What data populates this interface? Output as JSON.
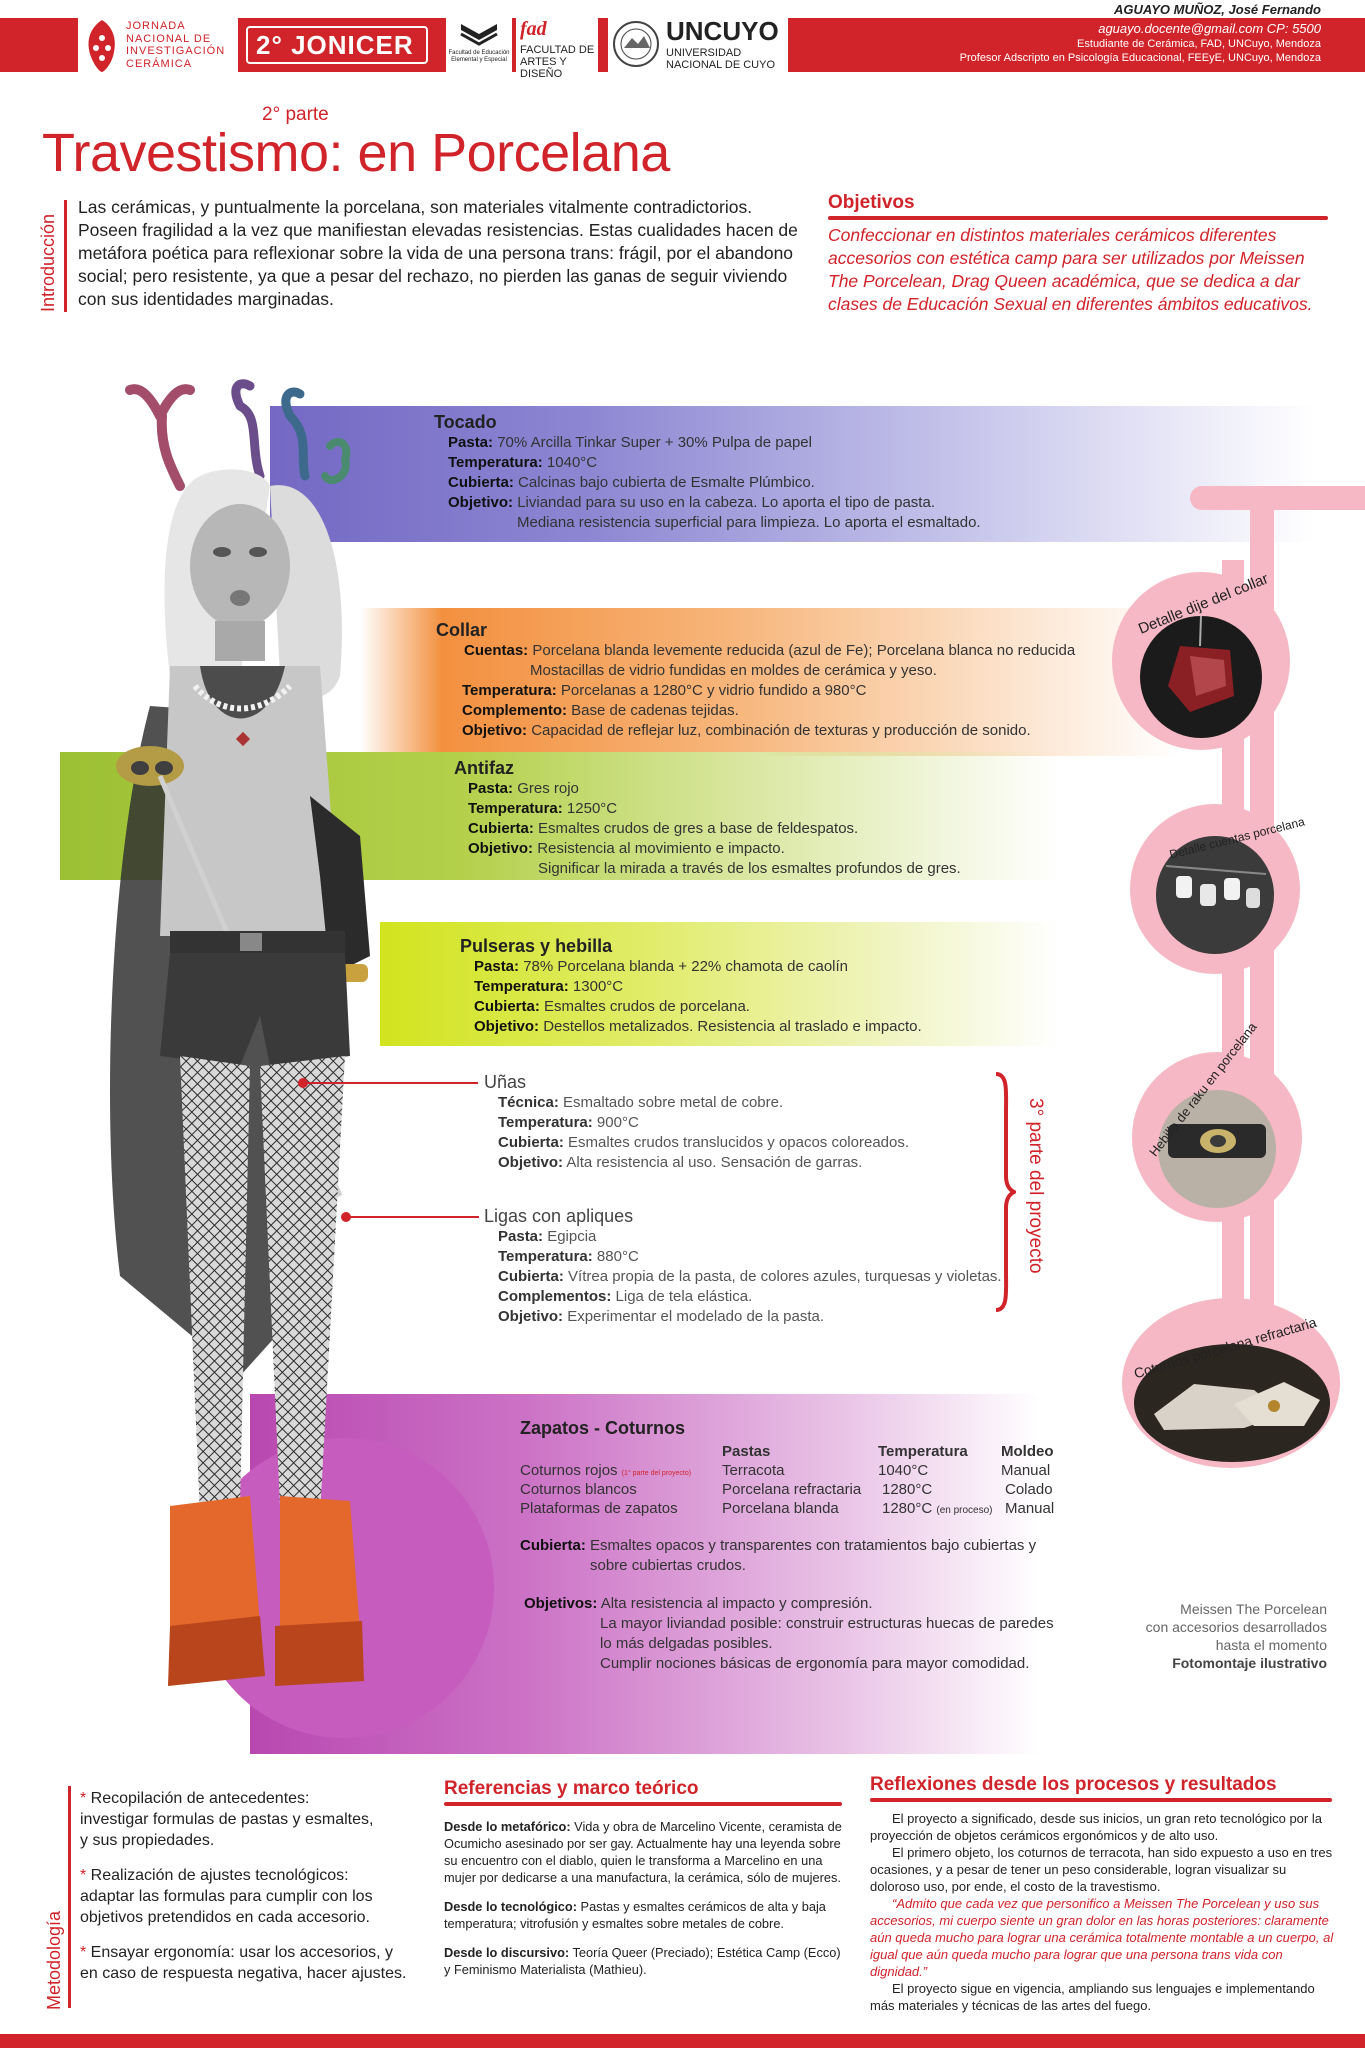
{
  "header": {
    "jornada_lines": [
      "JORNADA",
      "NACIONAL DE",
      "INVESTIGACIÓN",
      "CERÁMICA"
    ],
    "jonicer": "2° JONICER",
    "faculty_small": "Facultad de Educación Elemental y Especial",
    "fad_logo": "fad",
    "fad_text": [
      "FACULTAD DE",
      "ARTES Y DISEÑO"
    ],
    "uncuyo_title": "UNCUYO",
    "uncuyo_sub": [
      "UNIVERSIDAD",
      "NACIONAL DE CUYO"
    ],
    "author": "AGUAYO MUÑOZ, José Fernando",
    "email_line": "aguayo.docente@gmail.com  CP: 5500",
    "role1": "Estudiante de Cerámica, FAD, UNCuyo, Mendoza",
    "role2": "Profesor Adscripto en Psicología Educacional, FEEyE, UNCuyo, Mendoza"
  },
  "title": {
    "part": "2° parte",
    "main": "Travestismo: en Porcelana"
  },
  "intro": {
    "side_label": "Introducción",
    "paragraph": "Las cerámicas, y puntualmente la porcelana, son materiales vitalmente contradictorios. Poseen fragilidad a la vez que manifiestan elevadas resistencias. Estas cualidades hacen de metáfora poética para reflexionar sobre la vida de una persona trans: frágil, por el abandono social; pero resistente, ya que a pesar del rechazo, no pierden las ganas de seguir viviendo con sus identidades marginadas."
  },
  "objetivos": {
    "title": "Objetivos",
    "text": "Confeccionar en distintos materiales cerámicos diferentes accesorios con estética camp para ser utilizados por Meissen The Porcelean, Drag Queen académica, que se dedica a dar clases de Educación Sexual en diferentes ámbitos educativos."
  },
  "accessories": {
    "tocado": {
      "title": "Tocado",
      "lines": [
        {
          "k": "Pasta:",
          "v": "70% Arcilla Tinkar Super + 30% Pulpa de papel"
        },
        {
          "k": "Temperatura:",
          "v": "1040°C"
        },
        {
          "k": "Cubierta:",
          "v": "Calcinas bajo cubierta de Esmalte Plúmbico."
        },
        {
          "k": "Objetivo:",
          "v": "Liviandad para su uso en la cabeza. Lo aporta el tipo de pasta."
        },
        {
          "k": "",
          "v": "Mediana resistencia superficial para limpieza. Lo aporta el esmaltado."
        }
      ]
    },
    "collar": {
      "title": "Collar",
      "lines": [
        {
          "k": "Cuentas:",
          "v": "Porcelana blanda levemente reducida (azul de Fe); Porcelana blanca no reducida"
        },
        {
          "k": "",
          "v": "Mostacillas de vidrio fundidas en moldes de cerámica y yeso."
        },
        {
          "k": "Temperatura:",
          "v": "Porcelanas a 1280°C y vidrio fundido a 980°C"
        },
        {
          "k": "Complemento:",
          "v": "Base de cadenas tejidas."
        },
        {
          "k": "Objetivo:",
          "v": "Capacidad de reflejar luz, combinación de  texturas y producción de sonido."
        }
      ]
    },
    "antifaz": {
      "title": "Antifaz",
      "lines": [
        {
          "k": "Pasta:",
          "v": "Gres rojo"
        },
        {
          "k": "Temperatura:",
          "v": "1250°C"
        },
        {
          "k": "Cubierta:",
          "v": "Esmaltes crudos de gres a base de feldespatos."
        },
        {
          "k": "Objetivo:",
          "v": "Resistencia al movimiento e impacto."
        },
        {
          "k": "",
          "v": "Significar la mirada a través de los esmaltes profundos de gres."
        }
      ]
    },
    "pulseras": {
      "title": "Pulseras y hebilla",
      "lines": [
        {
          "k": "Pasta:",
          "v": "78% Porcelana blanda + 22% chamota de caolín"
        },
        {
          "k": "Temperatura:",
          "v": "1300°C"
        },
        {
          "k": "Cubierta:",
          "v": "Esmaltes crudos de porcelana."
        },
        {
          "k": "Objetivo:",
          "v": "Destellos metalizados. Resistencia al traslado e impacto."
        }
      ]
    },
    "unas": {
      "title": "Uñas",
      "lines": [
        {
          "k": "Técnica:",
          "v": "Esmaltado sobre metal de cobre."
        },
        {
          "k": "Temperatura:",
          "v": "900°C"
        },
        {
          "k": "Cubierta:",
          "v": "Esmaltes crudos translucidos y opacos coloreados."
        },
        {
          "k": "Objetivo:",
          "v": "Alta resistencia al uso. Sensación de garras."
        }
      ]
    },
    "ligas": {
      "title": "Ligas con apliques",
      "lines": [
        {
          "k": "Pasta:",
          "v": "Egipcia"
        },
        {
          "k": "Temperatura:",
          "v": "880°C"
        },
        {
          "k": "Cubierta:",
          "v": "Vítrea propia de la pasta, de colores azules, turquesas y violetas."
        },
        {
          "k": "Complementos:",
          "v": "Liga de tela elástica."
        },
        {
          "k": "Objetivo:",
          "v": "Experimentar el modelado de la pasta."
        }
      ]
    },
    "tercera_parte": "3° parte del proyecto",
    "zapatos": {
      "title": "Zapatos - Coturnos",
      "headers": [
        "Pastas",
        "Temperatura",
        "Moldeo"
      ],
      "rows": [
        {
          "name": "Coturnos rojos",
          "note": "(1° parte del proyecto)",
          "pasta": "Terracota",
          "temp": "1040°C",
          "temp_note": "",
          "molde": "Manual"
        },
        {
          "name": "Coturnos blancos",
          "note": "",
          "pasta": "Porcelana refractaria",
          "temp": "1280°C",
          "temp_note": "",
          "molde": "Colado"
        },
        {
          "name": "Plataformas de zapatos",
          "note": "",
          "pasta": "Porcelana blanda",
          "temp": "1280°C",
          "temp_note": "(en proceso)",
          "molde": "Manual"
        }
      ],
      "cubierta_k": "Cubierta:",
      "cubierta_v1": "Esmaltes opacos y transparentes con tratamientos bajo cubiertas y",
      "cubierta_v2": "sobre cubiertas crudos.",
      "objetivos_k": "Objetivos:",
      "objetivos_v": [
        "Alta resistencia al impacto y compresión.",
        "La mayor liviandad posible: construir estructuras huecas de paredes",
        "lo más delgadas posibles.",
        "Cumplir nociones básicas de ergonomía para mayor comodidad."
      ]
    }
  },
  "details": {
    "collar": "Detalle dije del collar",
    "cuentas": "Detalle cuentas porcelana",
    "hebilla": "Hebilla de raku en porcelana",
    "coturnos": "Coturnos porcelana refractaria"
  },
  "caption": {
    "lines": [
      "Meissen The Porcelean",
      "con accesorios desarrollados",
      "hasta el momento"
    ],
    "bold": "Fotomontaje ilustrativo"
  },
  "metodologia": {
    "side_label": "Metodología",
    "items": [
      [
        "Recopilación de antecedentes:",
        "investigar formulas de pastas y esmaltes,",
        "y sus propiedades."
      ],
      [
        "Realización de ajustes tecnológicos:",
        "adaptar las formulas para cumplir con  los",
        "objetivos pretendidos en cada accesorio."
      ],
      [
        "Ensayar ergonomía: usar los accesorios, y",
        "en caso de respuesta negativa, hacer ajustes."
      ]
    ]
  },
  "referencias": {
    "title": "Referencias  y marco teórico",
    "items": [
      {
        "k": "Desde lo metafórico:",
        "v": "Vida y obra de Marcelino Vicente, ceramista de Ocumicho asesinado por ser gay. Actualmente hay una leyenda sobre su encuentro con el diablo, quien le transforma a Marcelino en una mujer por dedicarse a una manufactura, la cerámica, sólo de mujeres."
      },
      {
        "k": "Desde lo tecnológico:",
        "v": "Pastas y esmaltes cerámicos de alta y baja temperatura; vitrofusión y esmaltes sobre metales de cobre."
      },
      {
        "k": "Desde lo discursivo:",
        "v": "Teoría Queer (Preciado); Estética Camp (Ecco) y  Feminismo Materialista (Mathieu)."
      }
    ]
  },
  "reflexiones": {
    "title": "Reflexiones desde los procesos y resultados",
    "p1": "El proyecto a significado, desde sus inicios, un gran reto tecnológico por la proyección de objetos cerámicos ergonómicos y de alto uso.",
    "p2": "El primero objeto, los coturnos de terracota, han sido expuesto a uso en tres ocasiones, y a pesar de tener un peso considerable, logran visualizar su doloroso uso, por ende, el costo de la travestismo.",
    "quote": "“Admito que cada vez que personifico a Meissen The Porcelean y uso sus accesorios, mi cuerpo siente un gran dolor en las horas posteriores: claramente aún queda mucho para lograr una cerámica totalmente montable a un cuerpo, al igual que aún queda mucho para lograr que una persona trans vida con dignidad.”",
    "p3": "El proyecto sigue en vigencia, ampliando sus lenguajes e implementando más materiales y técnicas de las artes del fuego."
  },
  "colors": {
    "accent": "#d1232a",
    "tocado": "#7d73c9",
    "collar": "#f07a2a",
    "antifaz": "#a6c43a",
    "pulseras": "#d3e62a",
    "zapatos": "#bf4fb8",
    "pink": "#f6b8c4"
  }
}
